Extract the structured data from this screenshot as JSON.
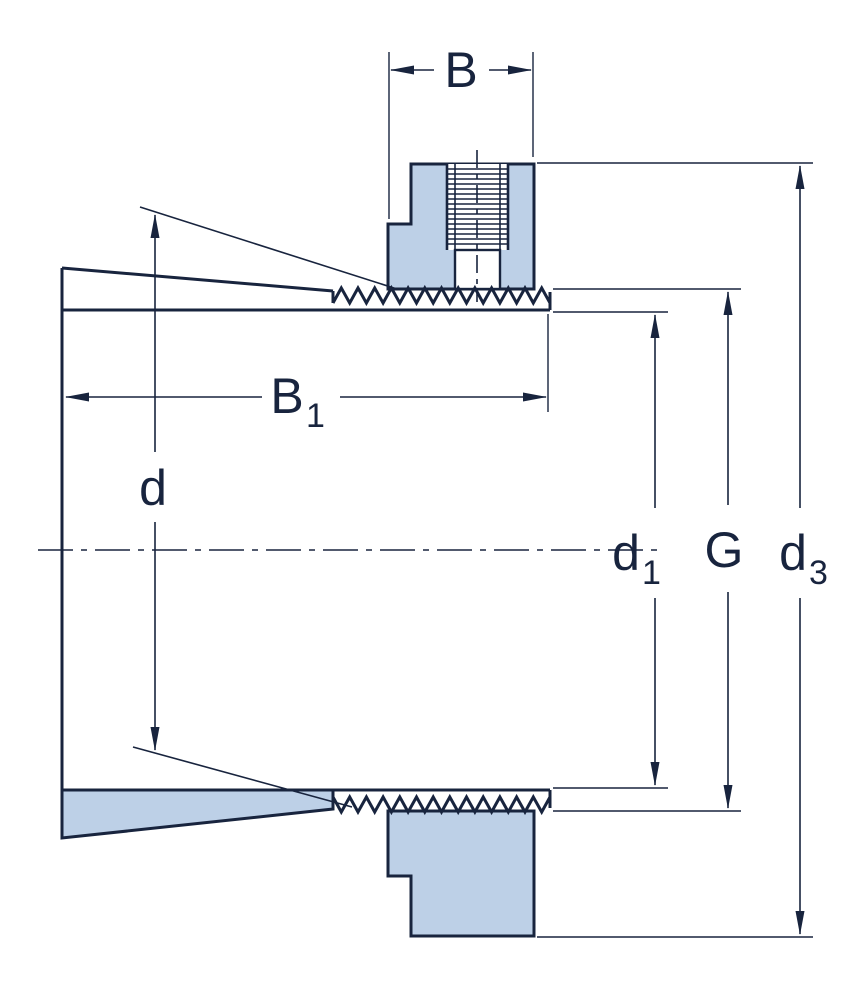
{
  "diagram": {
    "type": "technical-drawing",
    "subject": "Adapter sleeve with lock nut, sectional view with dimension callouts",
    "colors": {
      "fill": "#bdd0e7",
      "line": "#18243e",
      "background": "#ffffff"
    },
    "dimensions": {
      "B": {
        "main": "B",
        "sub": ""
      },
      "B1": {
        "main": "B",
        "sub": "1"
      },
      "d": {
        "main": "d",
        "sub": ""
      },
      "d1": {
        "main": "d",
        "sub": "1"
      },
      "G": {
        "main": "G",
        "sub": ""
      },
      "d3": {
        "main": "d",
        "sub": "3"
      }
    }
  }
}
